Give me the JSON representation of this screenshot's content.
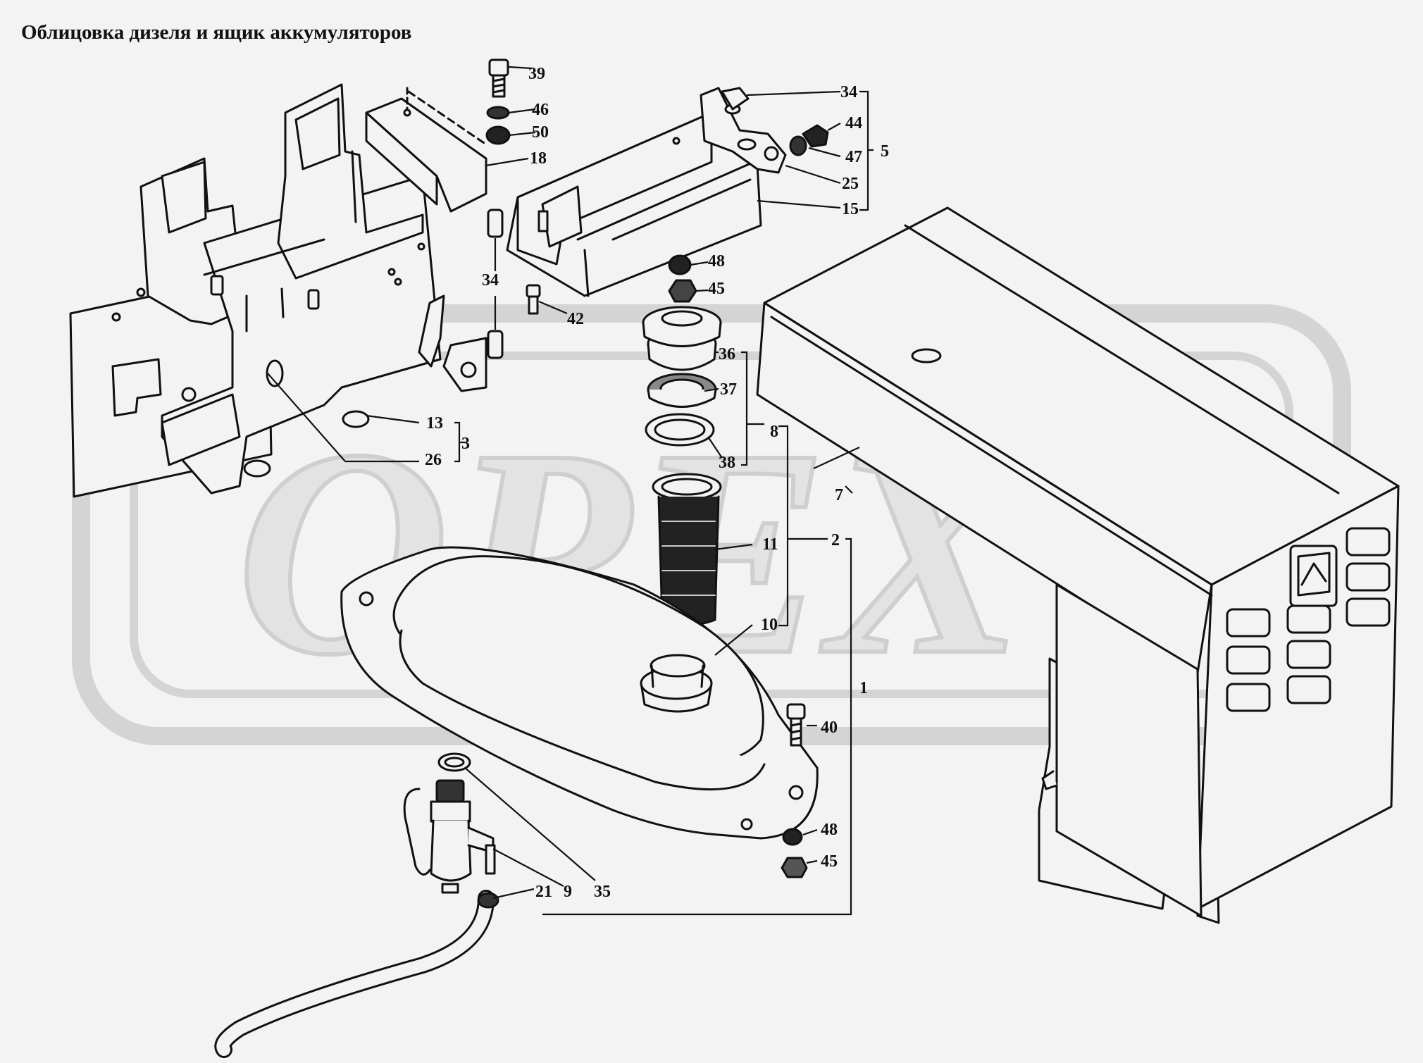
{
  "title": "Облицовка дизеля и ящик аккумуляторов",
  "watermark": "ОРЕХ",
  "colors": {
    "background": "#f3f3f3",
    "line": "#111111",
    "watermark": "#d2d2d2"
  },
  "callouts": [
    {
      "key": "c39",
      "text": "39"
    },
    {
      "key": "c46",
      "text": "46"
    },
    {
      "key": "c50",
      "text": "50"
    },
    {
      "key": "c18",
      "text": "18"
    },
    {
      "key": "c34a",
      "text": "34"
    },
    {
      "key": "c44",
      "text": "44"
    },
    {
      "key": "c47",
      "text": "47"
    },
    {
      "key": "c5",
      "text": "5"
    },
    {
      "key": "c25",
      "text": "25"
    },
    {
      "key": "c15",
      "text": "15"
    },
    {
      "key": "c34b",
      "text": "34"
    },
    {
      "key": "c48a",
      "text": "48"
    },
    {
      "key": "c45a",
      "text": "45"
    },
    {
      "key": "c42",
      "text": "42"
    },
    {
      "key": "c36",
      "text": "36"
    },
    {
      "key": "c37",
      "text": "37"
    },
    {
      "key": "c8",
      "text": "8"
    },
    {
      "key": "c38",
      "text": "38"
    },
    {
      "key": "c13",
      "text": "13"
    },
    {
      "key": "c3",
      "text": "3"
    },
    {
      "key": "c26",
      "text": "26"
    },
    {
      "key": "c7",
      "text": "7"
    },
    {
      "key": "c11",
      "text": "11"
    },
    {
      "key": "c2",
      "text": "2"
    },
    {
      "key": "c10",
      "text": "10"
    },
    {
      "key": "c1",
      "text": "1"
    },
    {
      "key": "c40",
      "text": "40"
    },
    {
      "key": "c48b",
      "text": "48"
    },
    {
      "key": "c45b",
      "text": "45"
    },
    {
      "key": "c21",
      "text": "21"
    },
    {
      "key": "c9",
      "text": "9"
    },
    {
      "key": "c35",
      "text": "35"
    }
  ]
}
